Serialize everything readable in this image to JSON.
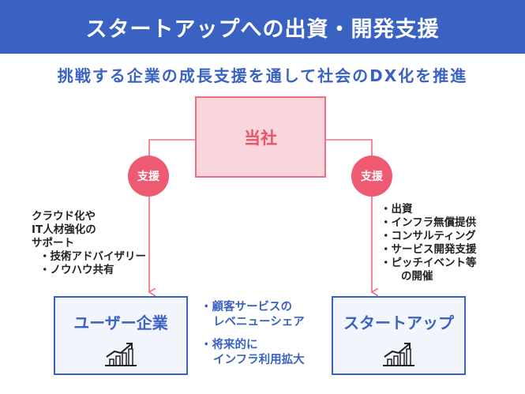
{
  "header": {
    "title": "スタートアップへの出資・開発支援"
  },
  "subtitle": "挑戦する企業の成長支援を通して社会のDX化を推進",
  "center_box": {
    "label": "当社"
  },
  "badges": {
    "left": "支援",
    "right": "支援"
  },
  "left_note": {
    "lines": [
      "クラウド化や",
      "IT人材強化の",
      "サポート"
    ],
    "bullets": [
      "・技術アドバイザリー",
      "・ノウハウ共有"
    ]
  },
  "right_note": {
    "bullets": [
      "・出資",
      "・インフラ無償提供",
      "・コンサルティング",
      "・サービス開発支援",
      "・ピッチイベント等"
    ],
    "continuation": "の開催"
  },
  "user_box": {
    "label": "ユーザー企業"
  },
  "startup_box": {
    "label": "スタートアップ"
  },
  "benefits": [
    {
      "line1": "・顧客サービスの",
      "line2": "レベニューシェア"
    },
    {
      "line1": "・将来的に",
      "line2": "インフラ利用拡大"
    }
  ],
  "colors": {
    "header_bg": "#3a62c2",
    "accent_blue": "#3a62c2",
    "accent_pink": "#ee5a72",
    "company_fill": "#f9d6dc",
    "box_fill": "#f2f5fc"
  },
  "icons": [
    "growth-chart-icon"
  ]
}
